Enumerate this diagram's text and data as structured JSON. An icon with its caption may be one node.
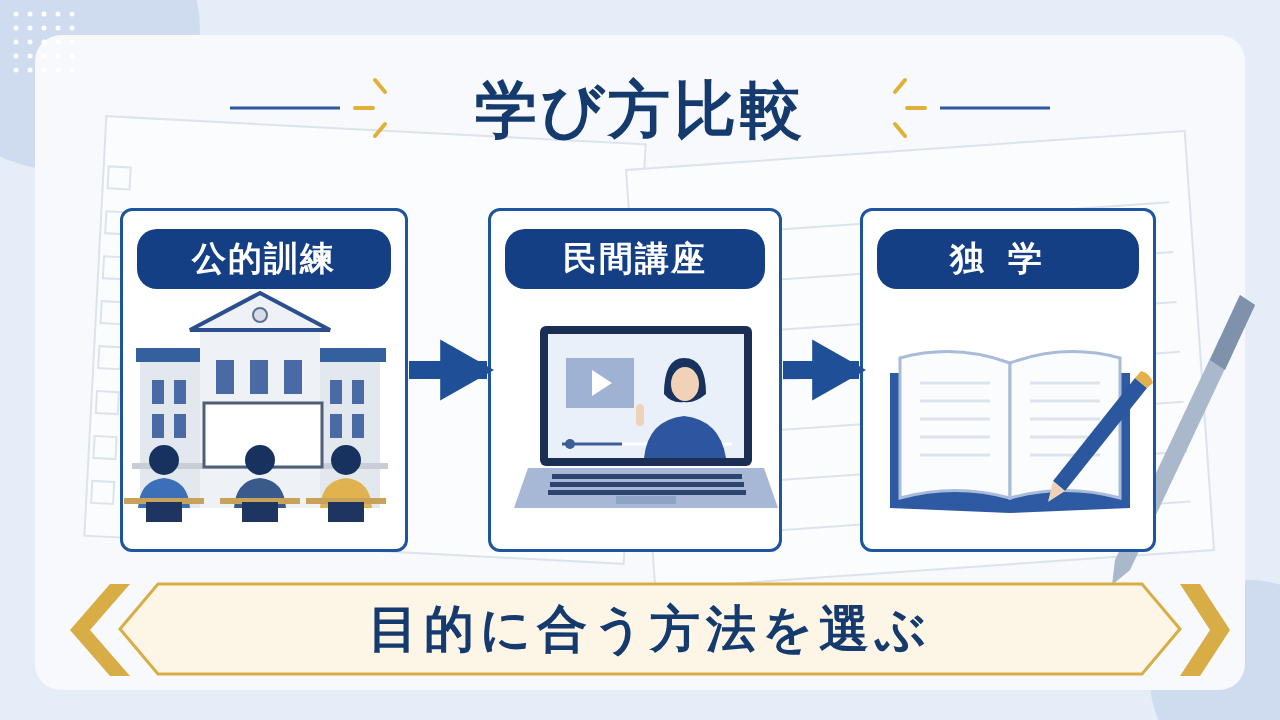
{
  "diagram": {
    "title": "学び方比較",
    "nodes": [
      {
        "text": [
          "公的訓練"
        ]
      },
      {
        "text": [
          "民間講座"
        ]
      },
      {
        "text": [
          "独学"
        ]
      },
      {
        "text": [
          "目的に合う方法を選ぶ"
        ]
      }
    ],
    "edges": [
      {
        "from": 0,
        "to": 1,
        "arrow": "to"
      },
      {
        "from": 1,
        "to": 2,
        "arrow": "to"
      }
    ]
  }
}
